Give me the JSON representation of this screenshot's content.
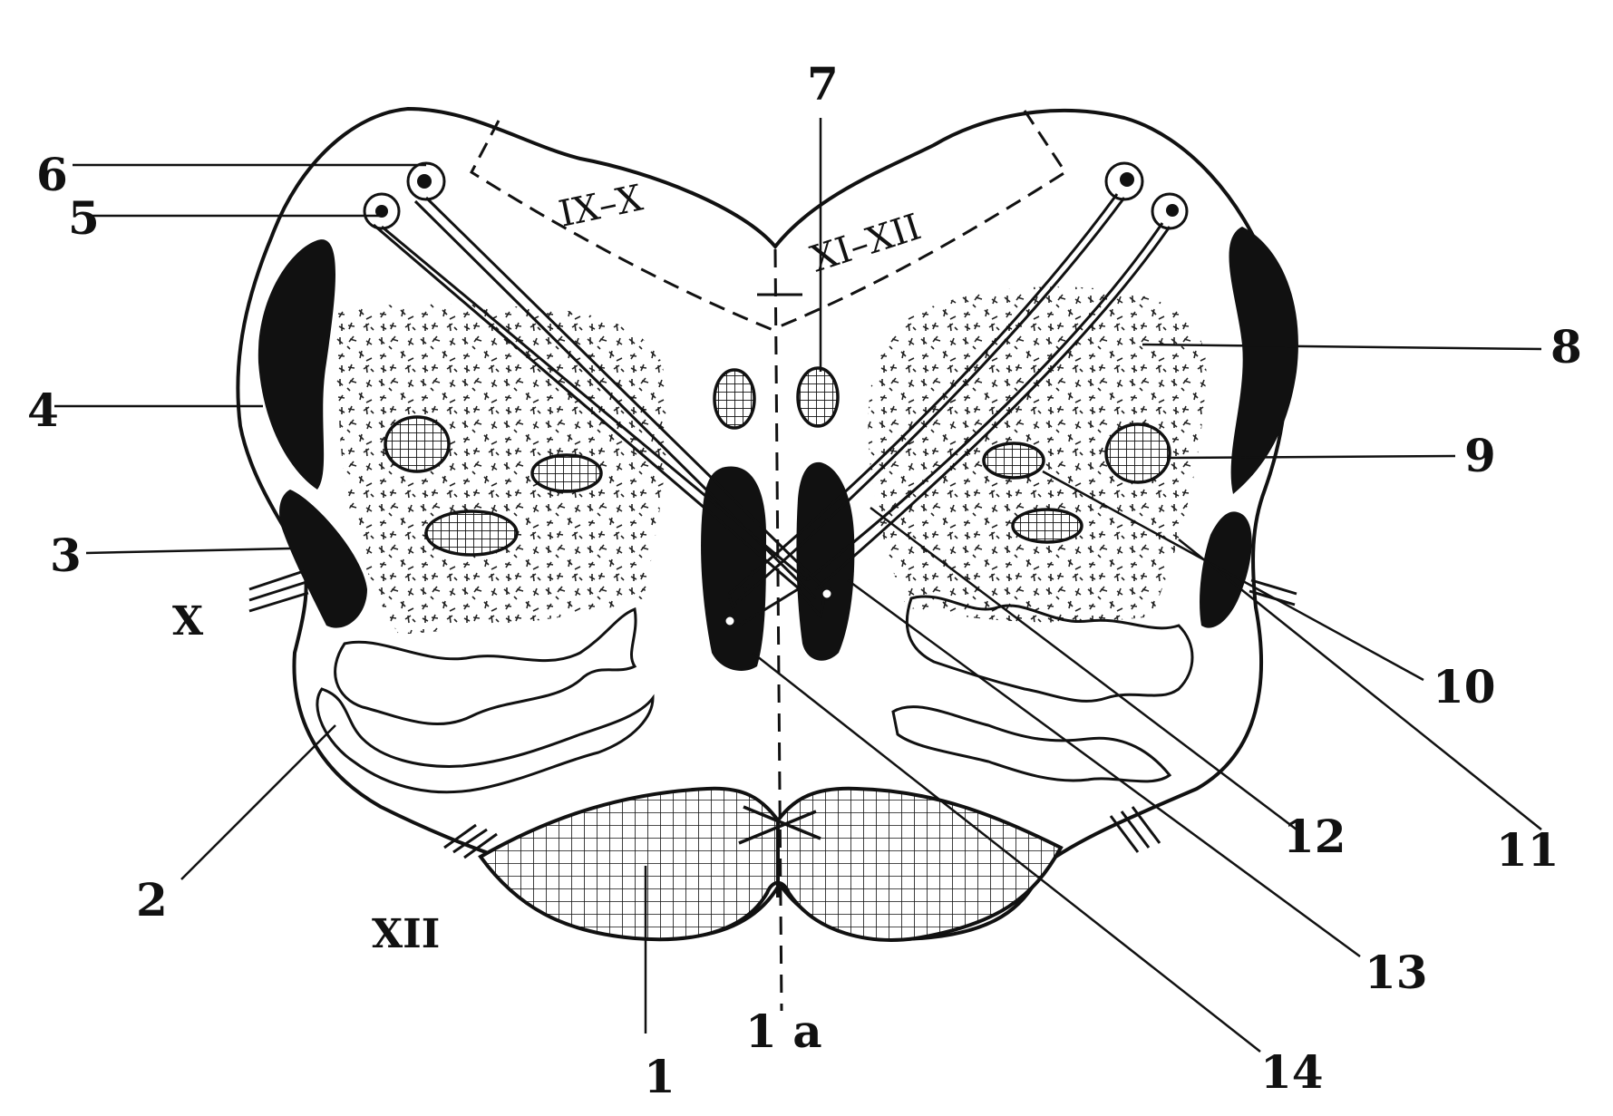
{
  "diagram": {
    "colors": {
      "ink": "#111111",
      "paper": "#ffffff"
    },
    "labels": {
      "n1": "1",
      "n1a": "1 a",
      "n2": "2",
      "n3": "3",
      "n4": "4",
      "n5": "5",
      "n6": "6",
      "n7": "7",
      "n8": "8",
      "n9": "9",
      "n10": "10",
      "n11": "11",
      "n12": "12",
      "n13": "13",
      "n14": "14",
      "nerve_x": "X",
      "nerve_xii": "XII"
    },
    "nuclei_region_labels": {
      "left": "IX–X",
      "right": "XI–XII"
    }
  }
}
